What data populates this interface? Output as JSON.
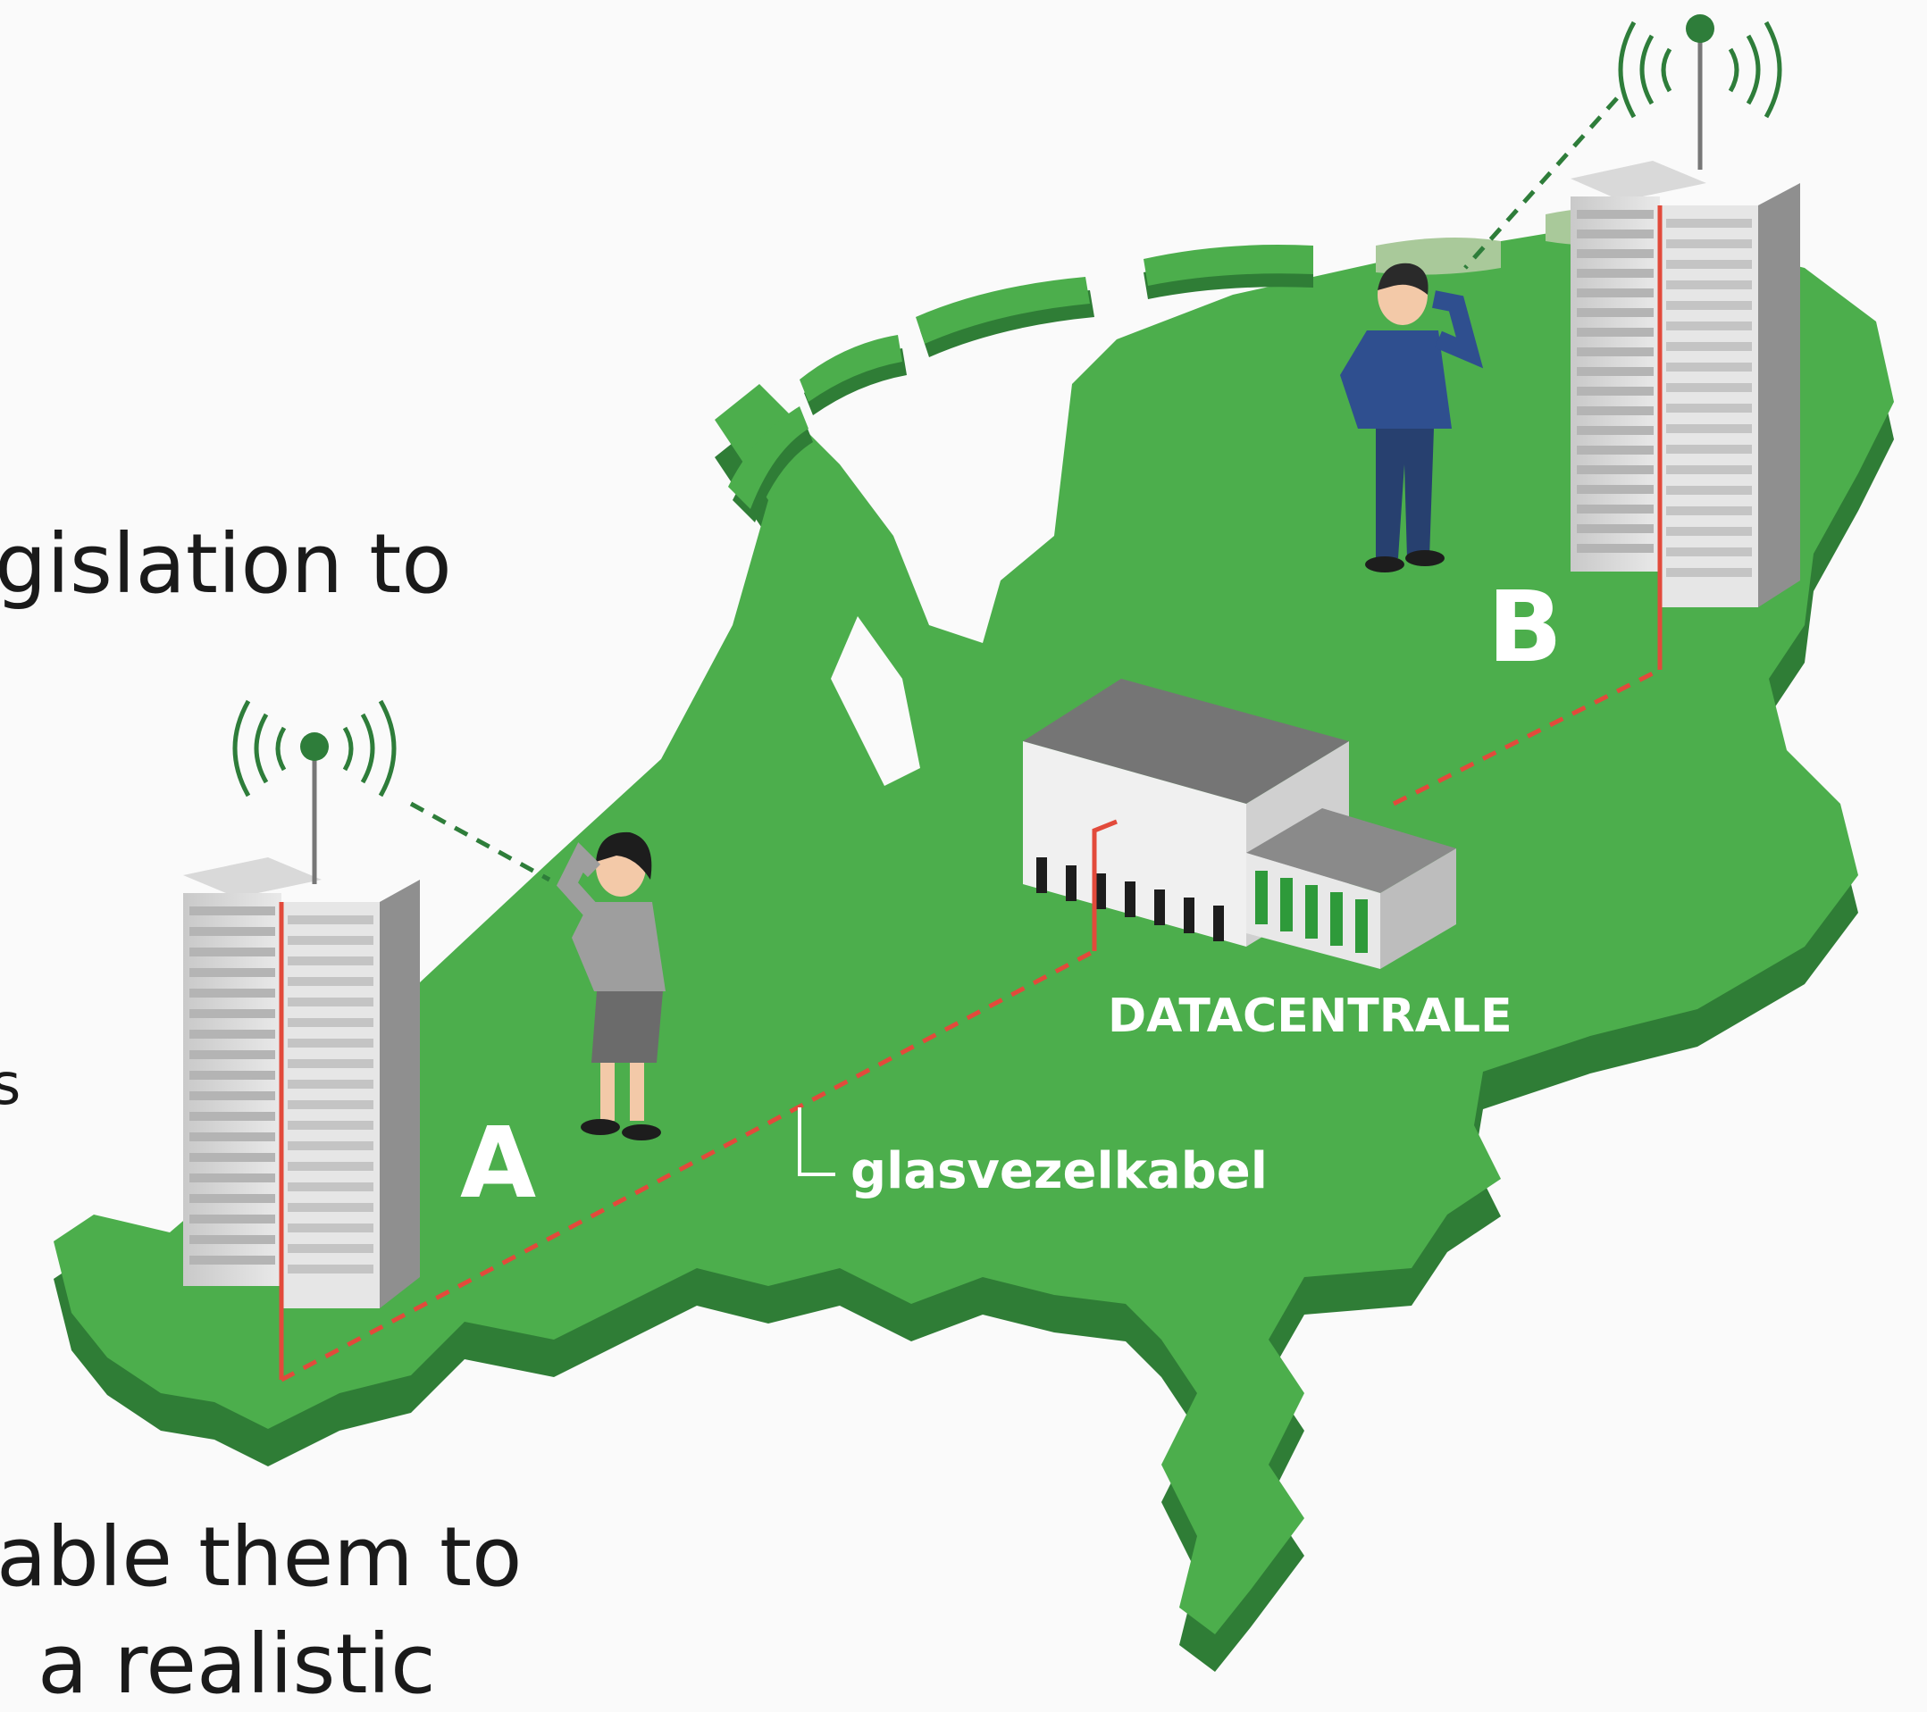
{
  "slide_text": {
    "line1": "gislation to",
    "line2": "s",
    "line3": "able them to",
    "line4": "a realistic"
  },
  "diagram": {
    "label_a": "A",
    "label_b": "B",
    "datacentre_label": "DATACENTRALE",
    "cable_label": "glasvezelkabel"
  },
  "colors": {
    "land": "#4cae4c",
    "land_side": "#2f7d36",
    "fibre": "#e24a3b",
    "radio": "#2e7d3a",
    "background": "#fafafa"
  }
}
